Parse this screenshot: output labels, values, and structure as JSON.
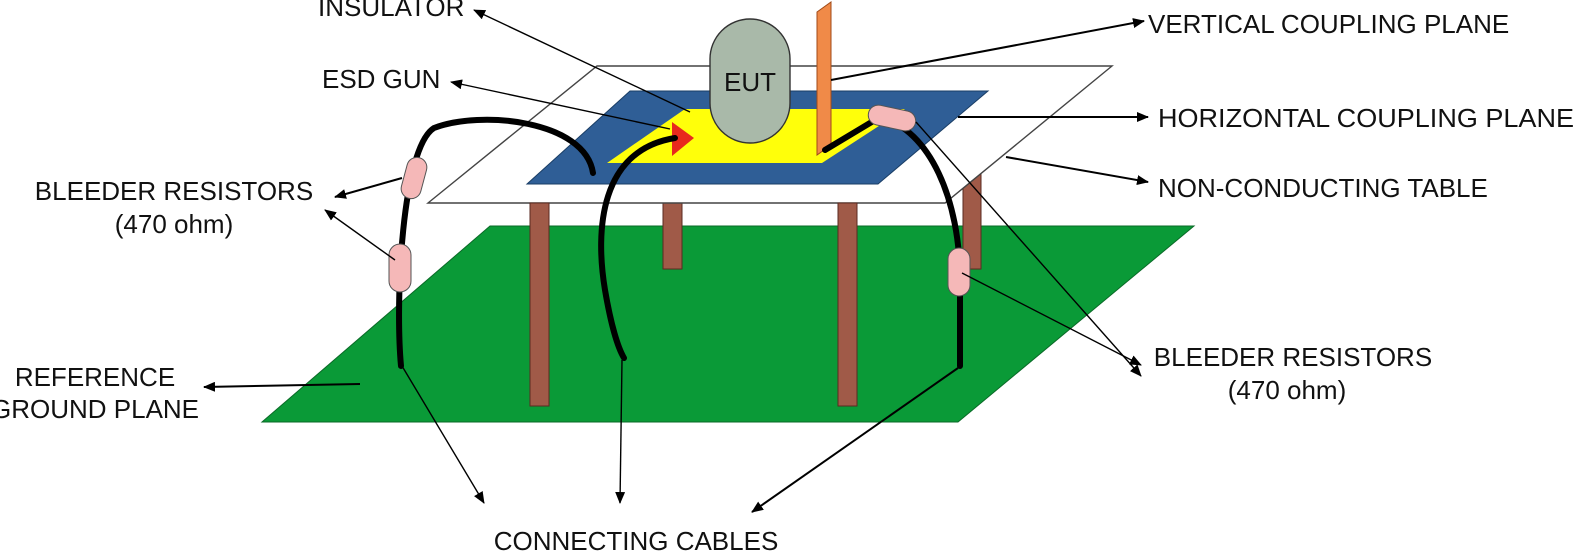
{
  "labels": {
    "insulator": "INSULATOR",
    "esd_gun": "ESD GUN",
    "eut": "EUT",
    "vertical_coupling_plane": "VERTICAL COUPLING PLANE",
    "horizontal_coupling_plane": "HORIZONTAL COUPLING PLANE",
    "non_conducting_table": "NON-CONDUCTING TABLE",
    "bleeder_left_line1": "BLEEDER RESISTORS",
    "bleeder_left_line2": "(470 ohm)",
    "bleeder_right_line1": "BLEEDER RESISTORS",
    "bleeder_right_line2": "(470 ohm)",
    "reference_line1": "REFERENCE",
    "reference_line2": "GROUND PLANE",
    "connecting_cables": "CONNECTING CABLES"
  },
  "colors": {
    "ground_plane": "#0a9a37",
    "table_leg": "#a05a48",
    "horizontal_plane": "#2f5e96",
    "insulator": "#ffff0a",
    "eut": "#a9b9a9",
    "vertical_plane": "#f08a48",
    "resistor": "#f5b8b8",
    "esd_gun_tip": "#e8291d",
    "cable": "#000000"
  }
}
